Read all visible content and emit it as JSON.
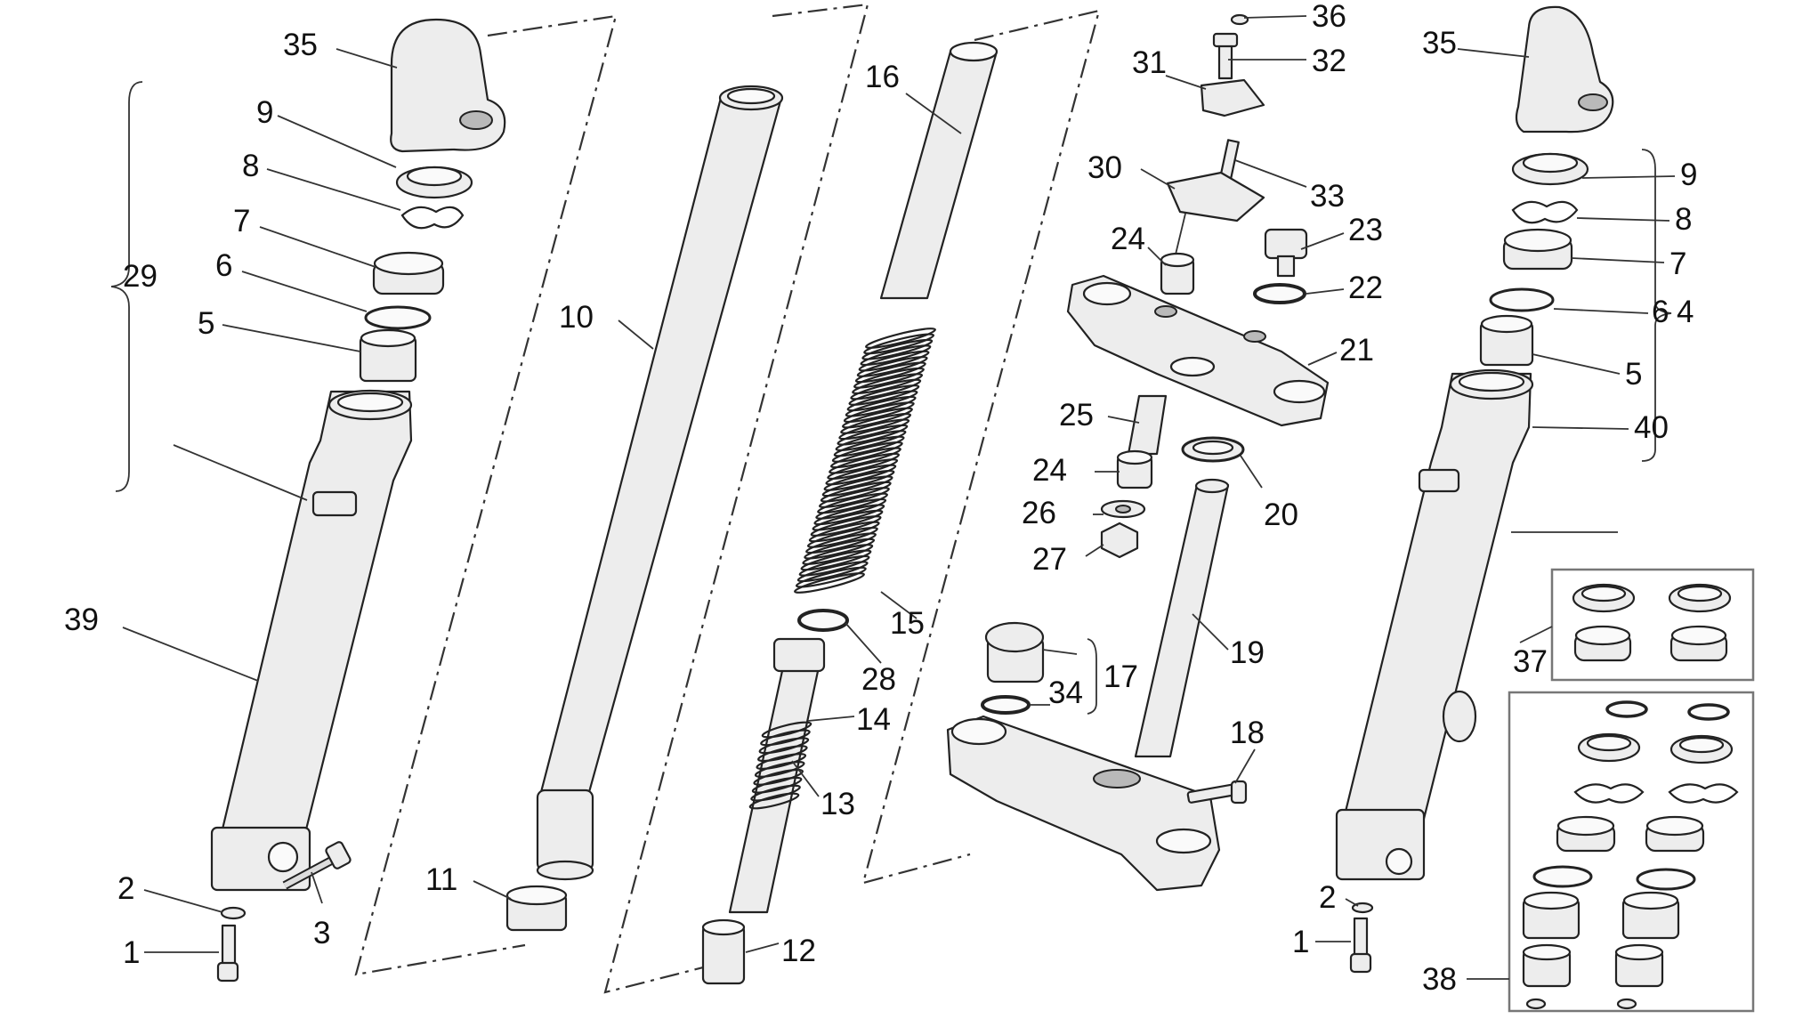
{
  "labels": [
    {
      "id": "c35l",
      "text": "35"
    },
    {
      "id": "c9l",
      "text": "9"
    },
    {
      "id": "c8l",
      "text": "8"
    },
    {
      "id": "c7l",
      "text": "7"
    },
    {
      "id": "c29",
      "text": "29"
    },
    {
      "id": "c6l",
      "text": "6"
    },
    {
      "id": "c5l",
      "text": "5"
    },
    {
      "id": "c39",
      "text": "39"
    },
    {
      "id": "c2l",
      "text": "2"
    },
    {
      "id": "c1l",
      "text": "1"
    },
    {
      "id": "c3",
      "text": "3"
    },
    {
      "id": "c10",
      "text": "10"
    },
    {
      "id": "c11",
      "text": "11"
    },
    {
      "id": "c16",
      "text": "16"
    },
    {
      "id": "c15",
      "text": "15"
    },
    {
      "id": "c28",
      "text": "28"
    },
    {
      "id": "c14",
      "text": "14"
    },
    {
      "id": "c13",
      "text": "13"
    },
    {
      "id": "c12",
      "text": "12"
    },
    {
      "id": "c36",
      "text": "36"
    },
    {
      "id": "c31",
      "text": "31"
    },
    {
      "id": "c32",
      "text": "32"
    },
    {
      "id": "c30",
      "text": "30"
    },
    {
      "id": "c33",
      "text": "33"
    },
    {
      "id": "c24a",
      "text": "24"
    },
    {
      "id": "c23",
      "text": "23"
    },
    {
      "id": "c22",
      "text": "22"
    },
    {
      "id": "c21",
      "text": "21"
    },
    {
      "id": "c25",
      "text": "25"
    },
    {
      "id": "c24b",
      "text": "24"
    },
    {
      "id": "c20",
      "text": "20"
    },
    {
      "id": "c26",
      "text": "26"
    },
    {
      "id": "c27",
      "text": "27"
    },
    {
      "id": "c17",
      "text": "17"
    },
    {
      "id": "c34",
      "text": "34"
    },
    {
      "id": "c19",
      "text": "19"
    },
    {
      "id": "c18",
      "text": "18"
    },
    {
      "id": "c35r",
      "text": "35"
    },
    {
      "id": "c9r",
      "text": "9"
    },
    {
      "id": "c8r",
      "text": "8"
    },
    {
      "id": "c7r",
      "text": "7"
    },
    {
      "id": "c6r",
      "text": "6"
    },
    {
      "id": "c4",
      "text": "4"
    },
    {
      "id": "c5r",
      "text": "5"
    },
    {
      "id": "c40",
      "text": "40"
    },
    {
      "id": "c37",
      "text": "37"
    },
    {
      "id": "c2r",
      "text": "2"
    },
    {
      "id": "c1r",
      "text": "1"
    },
    {
      "id": "c38",
      "text": "38"
    }
  ]
}
